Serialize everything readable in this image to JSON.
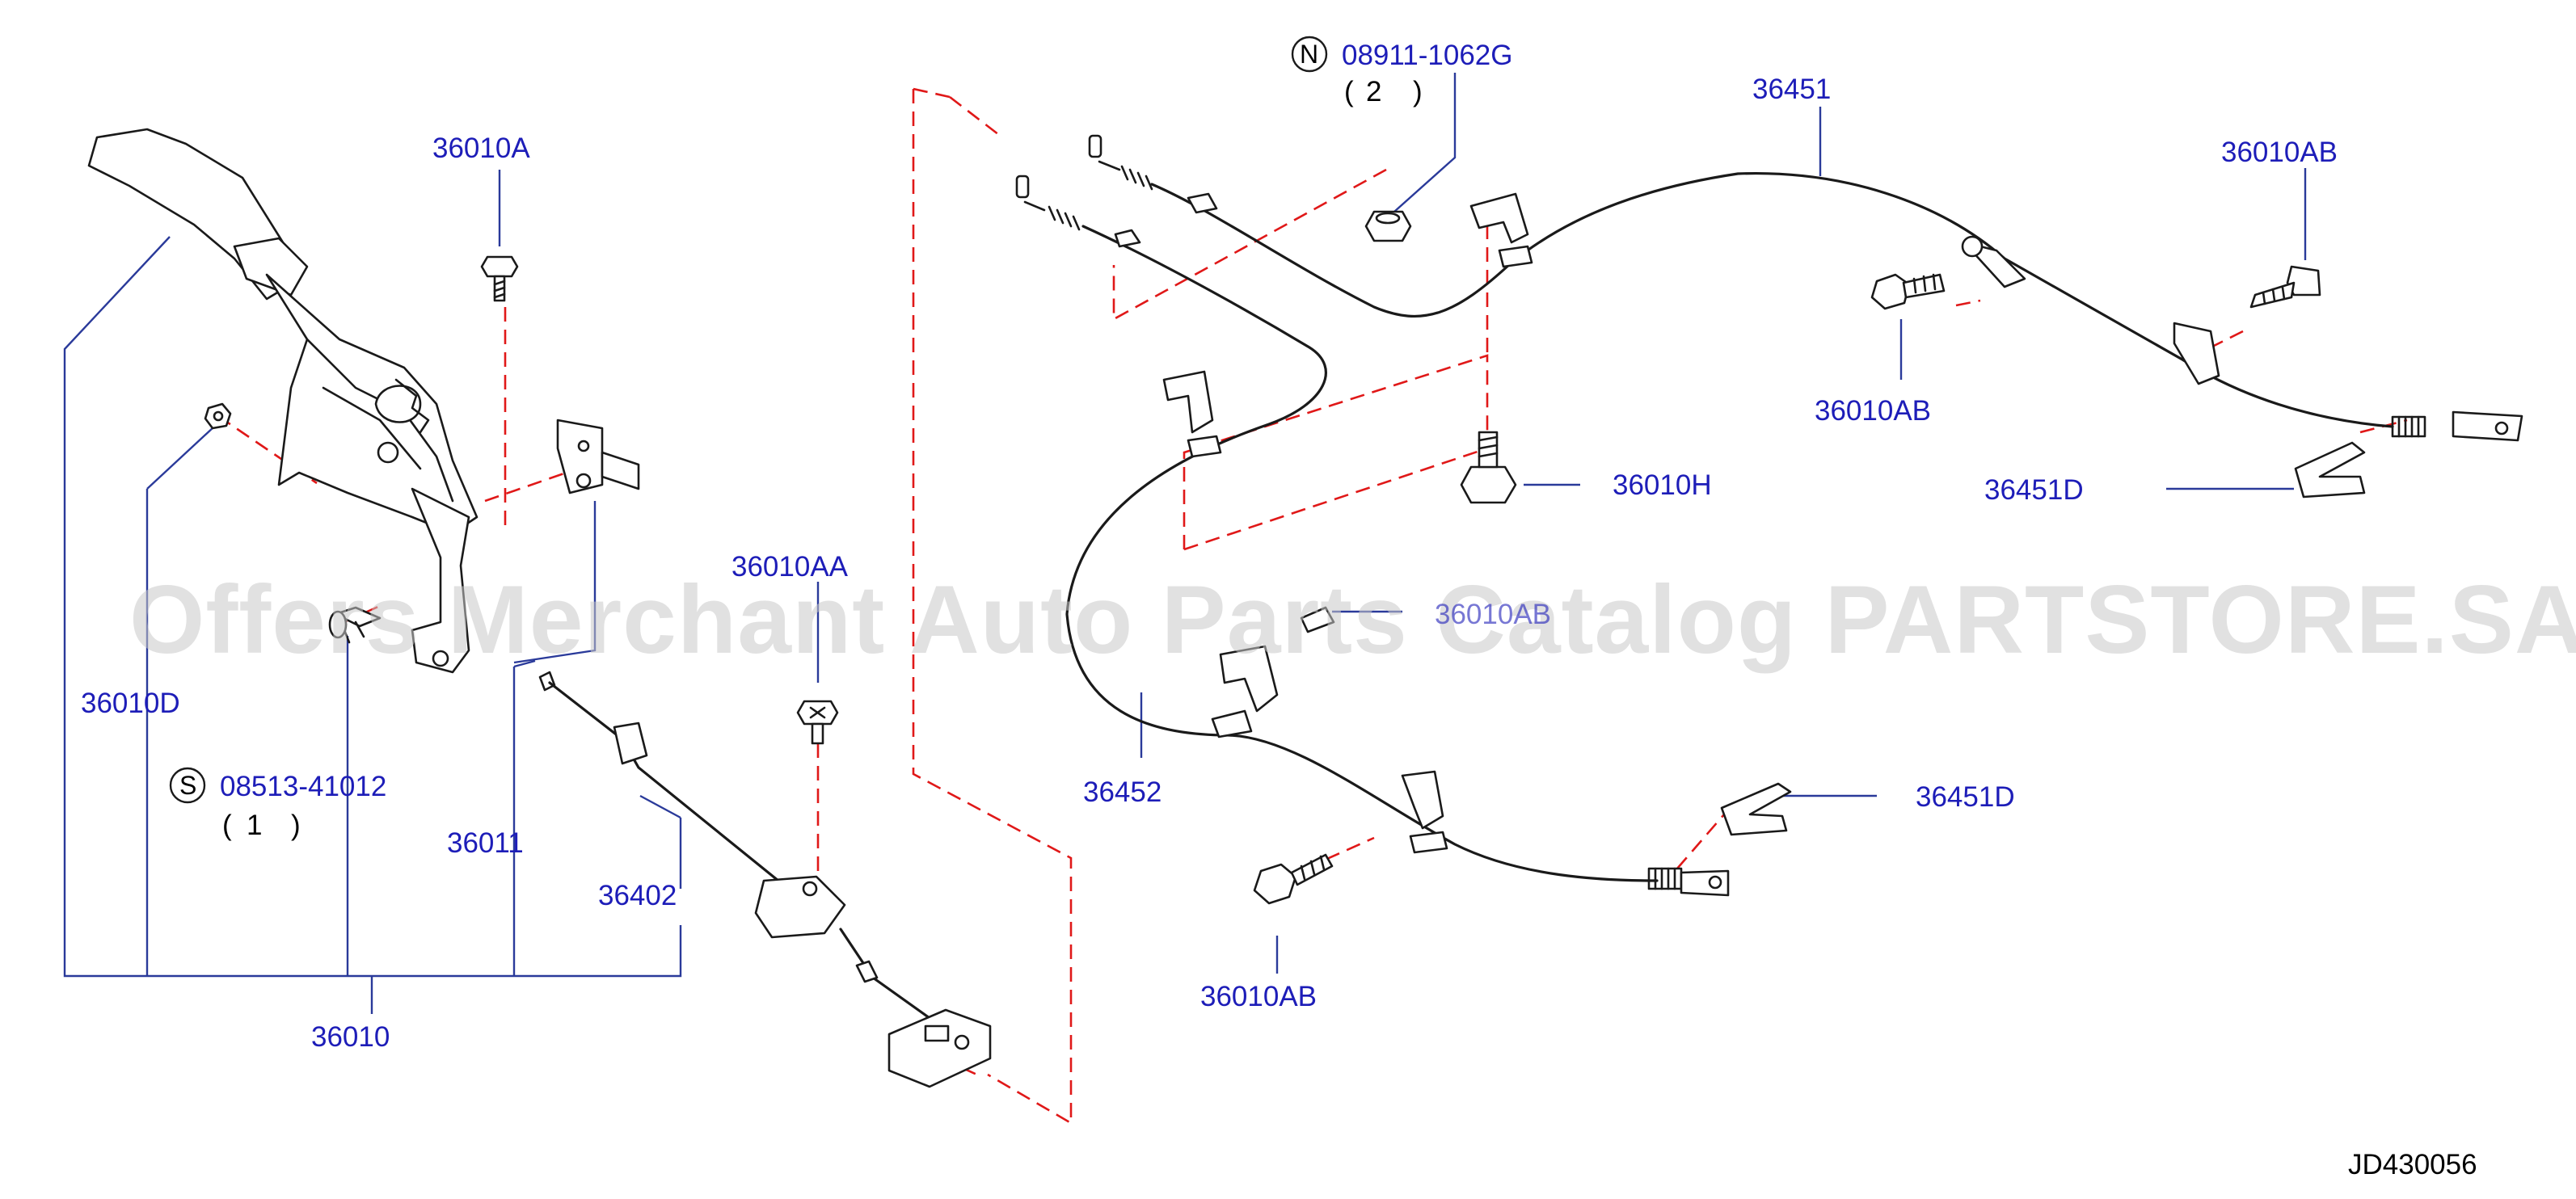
{
  "watermark": "Offers Merchant Auto Parts Catalog PARTSTORE.SA",
  "figure_code": "JD430056",
  "labels": {
    "p36010A": "36010A",
    "p36010D": "36010D",
    "p08513": "08513-41012",
    "p08513_qty": "1",
    "p08513_prefix": "S",
    "p36011": "36011",
    "p36402": "36402",
    "p36010": "36010",
    "p36010AA": "36010AA",
    "p08911": "08911-1062G",
    "p08911_qty": "2",
    "p08911_prefix": "N",
    "p36451": "36451",
    "p36010AB_top": "36010AB",
    "p36010AB_mid": "36010AB",
    "p36010H": "36010H",
    "p36451D_top": "36451D",
    "p36452": "36452",
    "p36451D_bot": "36451D",
    "p36010AB_bot": "36010AB",
    "p36010AB_hidden": "36010AB"
  }
}
